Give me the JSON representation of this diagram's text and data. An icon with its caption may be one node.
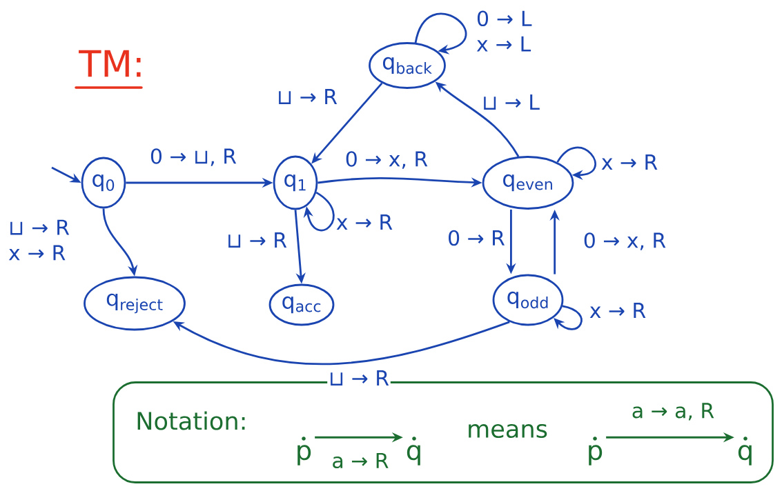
{
  "diagram": {
    "title": "TM:",
    "nodes": [
      {
        "text": [
          "q$_{back}$"
        ]
      },
      {
        "text": [
          "q$_{0}$"
        ]
      },
      {
        "text": [
          "q$_{1}$"
        ]
      },
      {
        "text": [
          "q$_{even}$"
        ]
      },
      {
        "text": [
          "q$_{reject}$"
        ]
      },
      {
        "text": [
          "q$_{acc}$"
        ]
      },
      {
        "text": [
          "q$_{odd}$"
        ]
      },
      {
        "text": [
          "Notation:"
        ]
      },
      {
        "text": [
          "p"
        ],
        "in": 7
      },
      {
        "text": [
          "q"
        ],
        "in": 7
      },
      {
        "text": [
          "p"
        ],
        "in": 7
      },
      {
        "text": [
          "q"
        ],
        "in": 7
      }
    ],
    "edges": [
      {
        "from": null,
        "to": 1,
        "arrow": "to"
      },
      {
        "from": 1,
        "to": 2,
        "arrow": "to",
        "label": "0 → ⊔, R"
      },
      {
        "from": 1,
        "to": 4,
        "arrow": "to",
        "label": "⊔ → R x → R"
      },
      {
        "from": 2,
        "to": 3,
        "arrow": "to",
        "label": "0 → x, R"
      },
      {
        "from": 2,
        "to": 2,
        "arrow": "to",
        "label": "x → R"
      },
      {
        "from": 2,
        "to": 5,
        "arrow": "to",
        "label": "⊔ → R"
      },
      {
        "from": 0,
        "to": 2,
        "arrow": "to",
        "label": "⊔ → R"
      },
      {
        "from": 3,
        "to": 0,
        "arrow": "to",
        "label": "⊔ → L"
      },
      {
        "from": 0,
        "to": 0,
        "arrow": "to",
        "label": "0 → L x → L"
      },
      {
        "from": 3,
        "to": 3,
        "arrow": "to",
        "label": "x → R"
      },
      {
        "from": 3,
        "to": 6,
        "arrow": "to",
        "label": "0 → R"
      },
      {
        "from": 6,
        "to": 3,
        "arrow": "to",
        "label": "0 → x, R"
      },
      {
        "from": 6,
        "to": 6,
        "arrow": "to",
        "label": "x → R"
      },
      {
        "from": 6,
        "to": 4,
        "arrow": "to",
        "label": "⊔ → R"
      },
      {
        "from": 8,
        "to": 9,
        "arrow": "to",
        "label": "a → R",
        "color": "#1b6e30"
      },
      {
        "from": 10,
        "to": 11,
        "arrow": "to",
        "label": "a → a, R",
        "color": "#1b6e30"
      }
    ],
    "labels": [
      "means"
    ]
  }
}
